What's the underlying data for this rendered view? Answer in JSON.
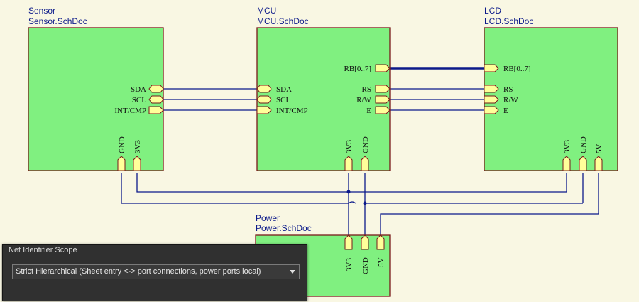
{
  "sheets": {
    "sensor": {
      "designator": "Sensor",
      "file": "Sensor.SchDoc"
    },
    "mcu": {
      "designator": "MCU",
      "file": "MCU.SchDoc"
    },
    "lcd": {
      "designator": "LCD",
      "file": "LCD.SchDoc"
    },
    "power": {
      "designator": "Power",
      "file": "Power.SchDoc"
    }
  },
  "entries": {
    "sensor": {
      "sda": "SDA",
      "scl": "SCL",
      "int": "INT/CMP",
      "gnd": "GND",
      "v33": "3V3"
    },
    "mcu": {
      "sda": "SDA",
      "scl": "SCL",
      "int": "INT/CMP",
      "rb": "RB[0..7]",
      "rs": "RS",
      "rw": "R/W",
      "e": "E",
      "v33": "3V3",
      "gnd": "GND"
    },
    "lcd": {
      "rb": "RB[0..7]",
      "rs": "RS",
      "rw": "R/W",
      "e": "E",
      "v33": "3V3",
      "gnd": "GND",
      "v5": "5V"
    },
    "power": {
      "v33": "3V3",
      "gnd": "GND",
      "v5": "5V"
    }
  },
  "scope_panel": {
    "title": "Net Identifier Scope",
    "selected": "Strict Hierarchical (Sheet entry <-> port connections, power ports local)"
  },
  "colors": {
    "background": "#f9f7e3",
    "sheet_fill": "#80f080",
    "sheet_border": "#7a1a1a",
    "wire": "#0c1a8a",
    "entry_fill": "#ffff9a",
    "text": "#0c1a8a"
  }
}
